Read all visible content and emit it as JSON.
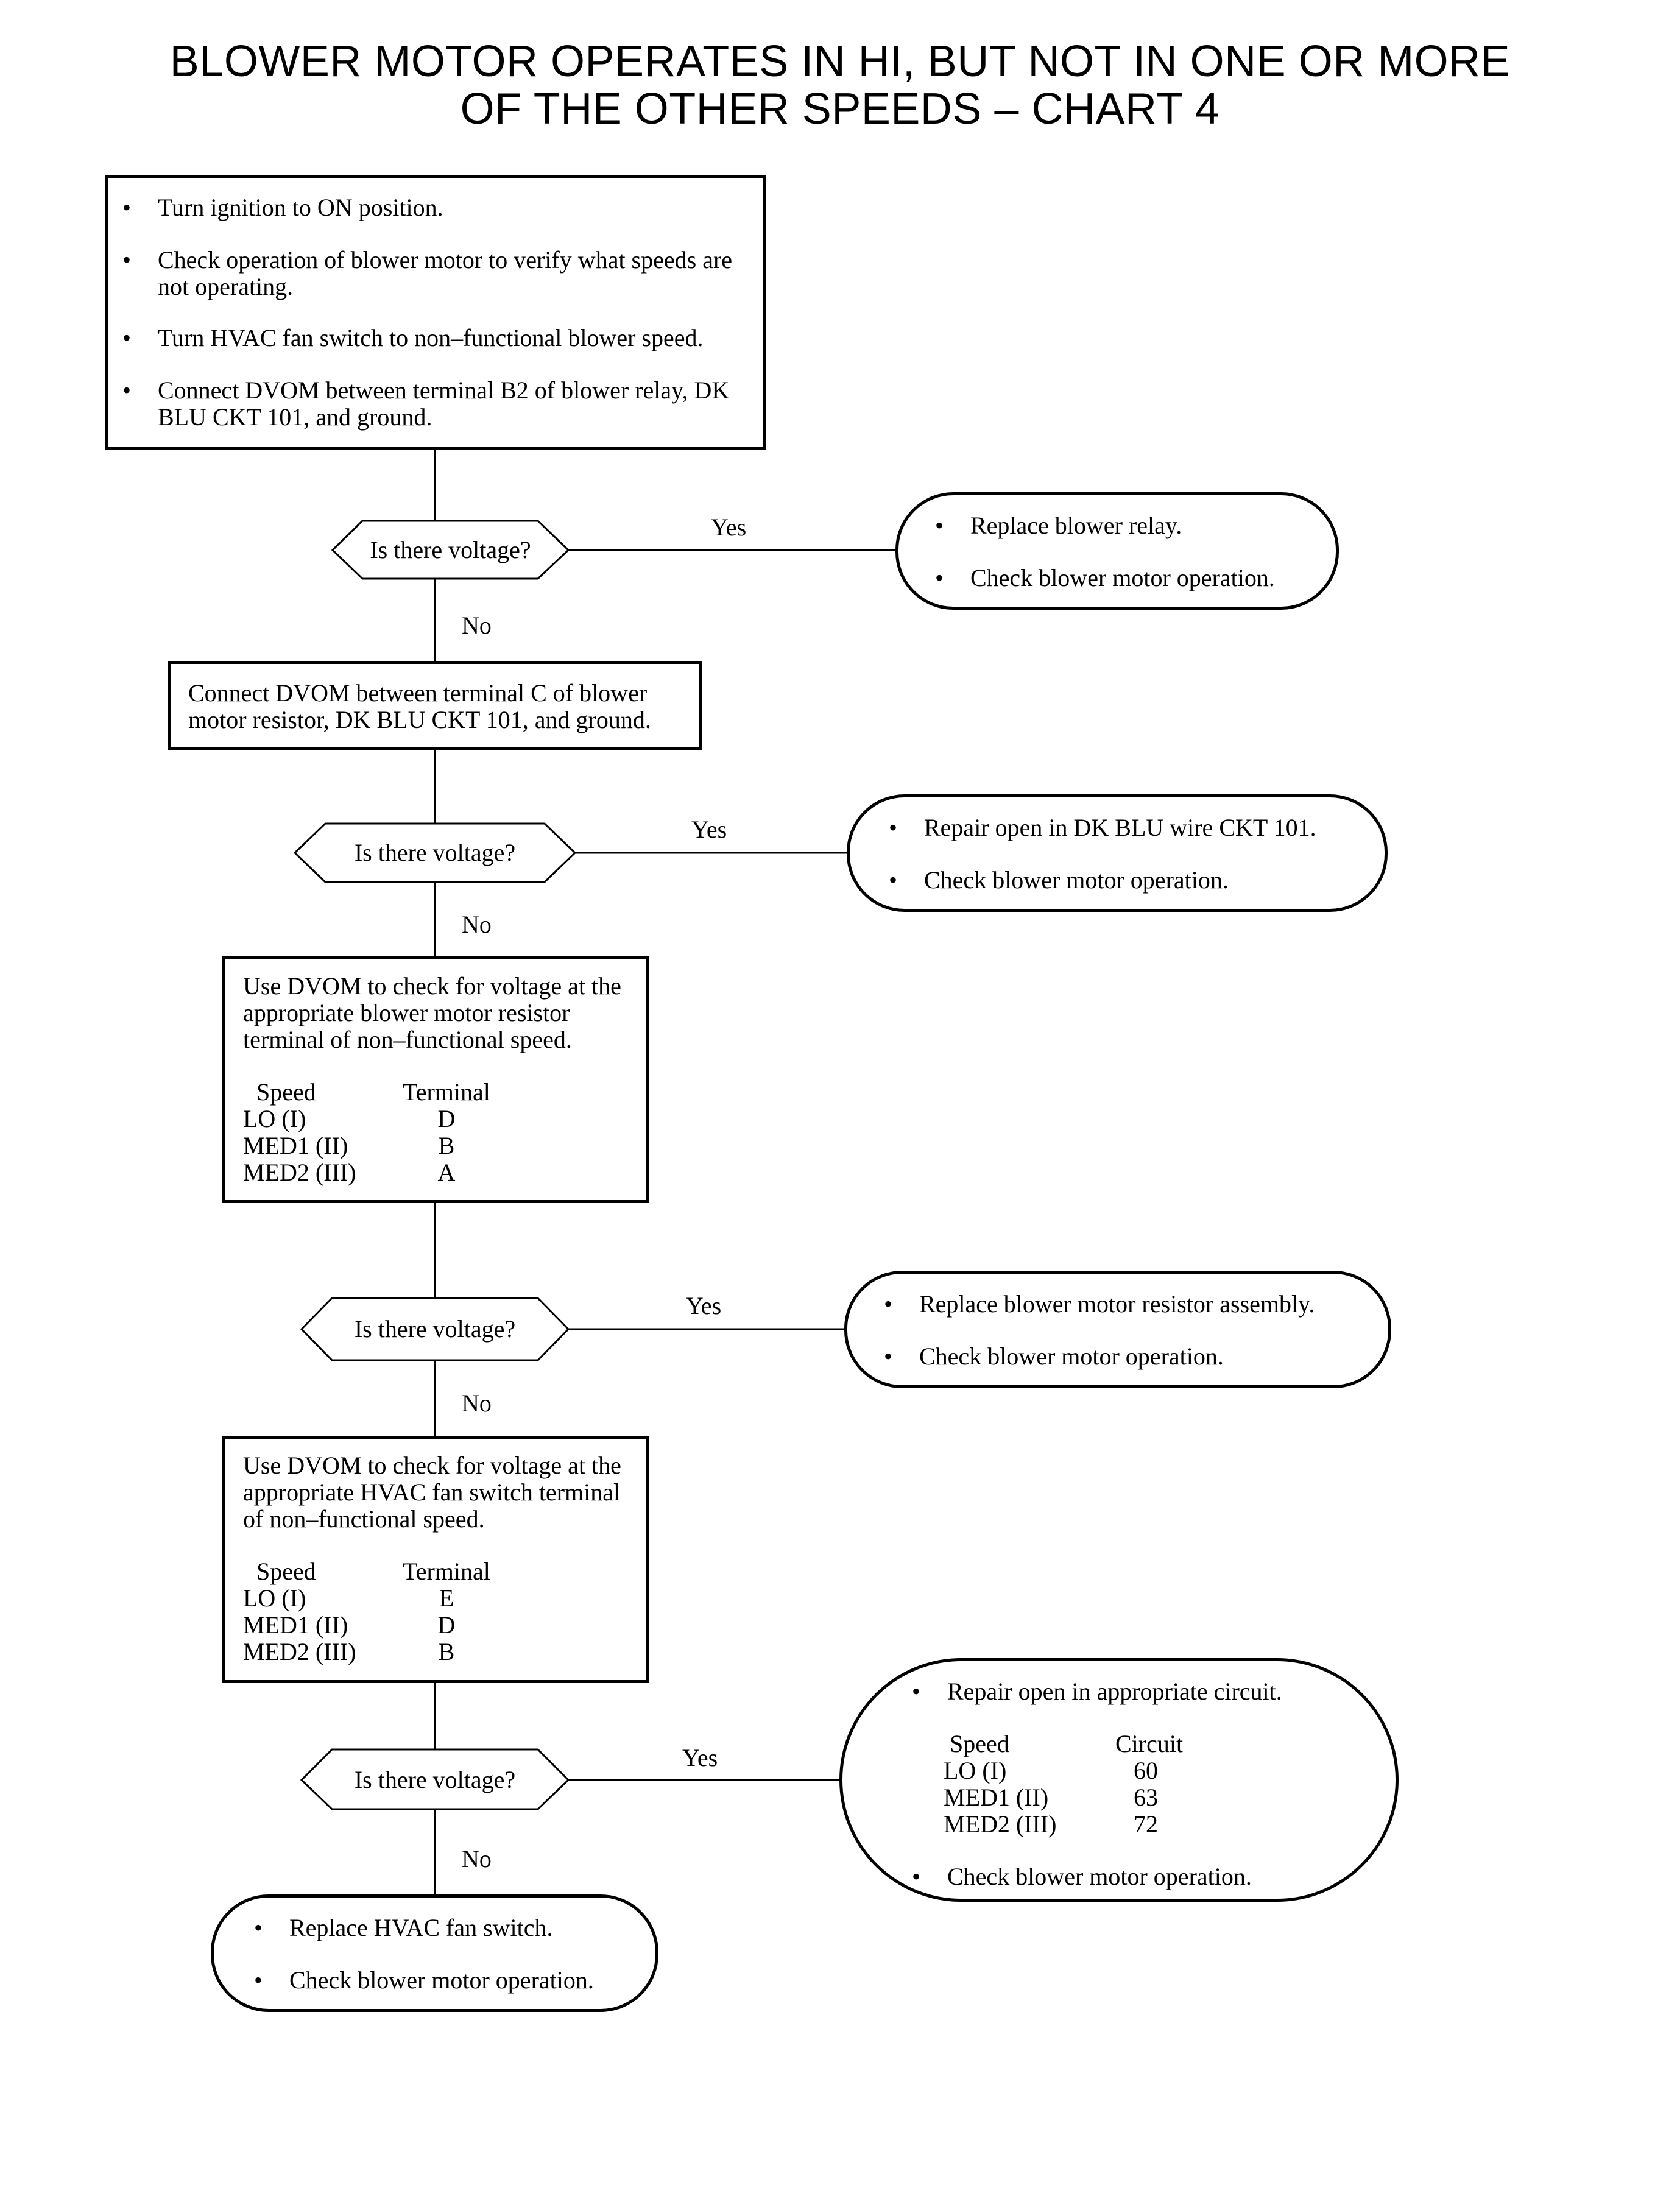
{
  "title": {
    "line1": "BLOWER MOTOR OPERATES IN HI, BUT NOT IN ONE OR MORE",
    "line2": "OF THE OTHER SPEEDS – CHART 4"
  },
  "step1": {
    "bullets": [
      "Turn ignition to ON position.",
      "Check operation of blower motor to verify what speeds are not operating.",
      "Turn HVAC fan switch to non–functional blower speed.",
      "Connect DVOM between terminal B2 of blower relay, DK BLU CKT 101, and ground."
    ]
  },
  "decision1": {
    "question": "Is there voltage?",
    "yes": "Yes",
    "no": "No"
  },
  "result1": {
    "bullets": [
      "Replace blower relay.",
      "Check blower motor operation."
    ]
  },
  "step2": {
    "text": "Connect DVOM between terminal C of blower motor resistor, DK BLU CKT 101, and ground."
  },
  "decision2": {
    "question": "Is there voltage?",
    "yes": "Yes",
    "no": "No"
  },
  "result2": {
    "bullets": [
      "Repair open in DK BLU wire CKT 101.",
      "Check blower motor operation."
    ]
  },
  "step3": {
    "text": "Use DVOM to check for voltage at the appropriate blower motor resistor terminal of non–functional speed.",
    "col_speed": "Speed",
    "col_terminal": "Terminal",
    "rows": [
      {
        "speed": "LO (I)",
        "terminal": "D"
      },
      {
        "speed": "MED1 (II)",
        "terminal": "B"
      },
      {
        "speed": "MED2 (III)",
        "terminal": "A"
      }
    ]
  },
  "decision3": {
    "question": "Is there voltage?",
    "yes": "Yes",
    "no": "No"
  },
  "result3": {
    "bullets": [
      "Replace blower motor resistor assembly.",
      "Check blower motor operation."
    ]
  },
  "step4": {
    "text": "Use DVOM to check for voltage at the appropriate HVAC fan switch terminal of non–functional speed.",
    "col_speed": "Speed",
    "col_terminal": "Terminal",
    "rows": [
      {
        "speed": "LO (I)",
        "terminal": "E"
      },
      {
        "speed": "MED1 (II)",
        "terminal": "D"
      },
      {
        "speed": "MED2 (III)",
        "terminal": "B"
      }
    ]
  },
  "decision4": {
    "question": "Is there voltage?",
    "yes": "Yes",
    "no": "No"
  },
  "result4": {
    "bullet1": "Repair open in appropriate circuit.",
    "col_speed": "Speed",
    "col_circuit": "Circuit",
    "rows": [
      {
        "speed": "LO (I)",
        "circuit": "60"
      },
      {
        "speed": "MED1 (II)",
        "circuit": "63"
      },
      {
        "speed": "MED2 (III)",
        "circuit": "72"
      }
    ],
    "bullet2": "Check blower motor operation."
  },
  "result5": {
    "bullets": [
      "Replace HVAC fan switch.",
      "Check blower motor operation."
    ]
  }
}
